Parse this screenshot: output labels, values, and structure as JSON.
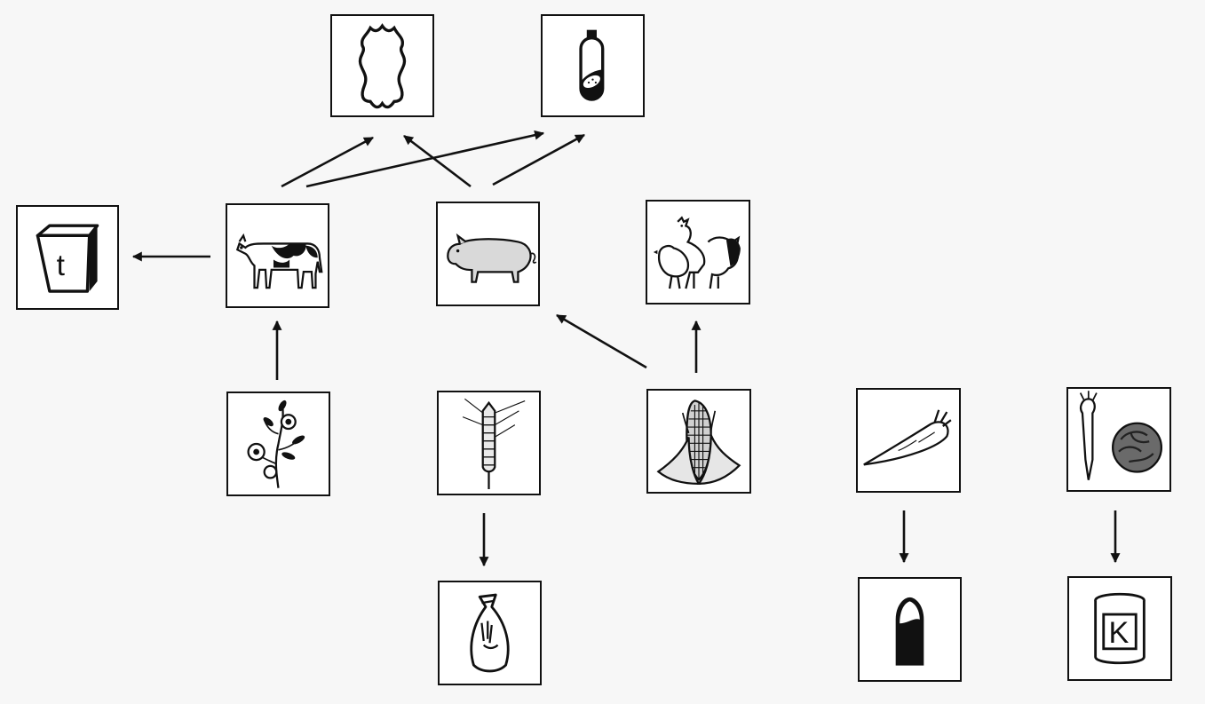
{
  "diagram": {
    "background": "#f7f7f7",
    "stroke_color": "#111111",
    "nodes": [
      {
        "id": "leather",
        "icon": "leather-hide-icon"
      },
      {
        "id": "sausage",
        "icon": "sausage-icon"
      },
      {
        "id": "butter",
        "icon": "butter-pack-icon",
        "letter": "t"
      },
      {
        "id": "cow",
        "icon": "cow-icon"
      },
      {
        "id": "pig",
        "icon": "pig-icon"
      },
      {
        "id": "chickens",
        "icon": "hen-and-rooster-icon"
      },
      {
        "id": "clover",
        "icon": "clover-plant-icon"
      },
      {
        "id": "wheat",
        "icon": "wheat-ear-icon"
      },
      {
        "id": "corn",
        "icon": "corn-cob-icon"
      },
      {
        "id": "sugar-beet",
        "icon": "sugar-beet-icon"
      },
      {
        "id": "vegetables",
        "icon": "radish-and-cabbage-icon"
      },
      {
        "id": "flour-sack",
        "icon": "flour-sack-icon"
      },
      {
        "id": "sugar-loaf",
        "icon": "sugar-loaf-icon"
      },
      {
        "id": "canned-food",
        "icon": "food-can-icon",
        "letter": "K"
      }
    ],
    "edges": [
      {
        "from": "cow",
        "to": "leather"
      },
      {
        "from": "cow",
        "to": "sausage"
      },
      {
        "from": "pig",
        "to": "leather"
      },
      {
        "from": "pig",
        "to": "sausage"
      },
      {
        "from": "cow",
        "to": "butter"
      },
      {
        "from": "clover",
        "to": "cow"
      },
      {
        "from": "corn",
        "to": "pig"
      },
      {
        "from": "corn",
        "to": "chickens"
      },
      {
        "from": "wheat",
        "to": "flour-sack"
      },
      {
        "from": "sugar-beet",
        "to": "sugar-loaf"
      },
      {
        "from": "vegetables",
        "to": "canned-food"
      }
    ]
  }
}
